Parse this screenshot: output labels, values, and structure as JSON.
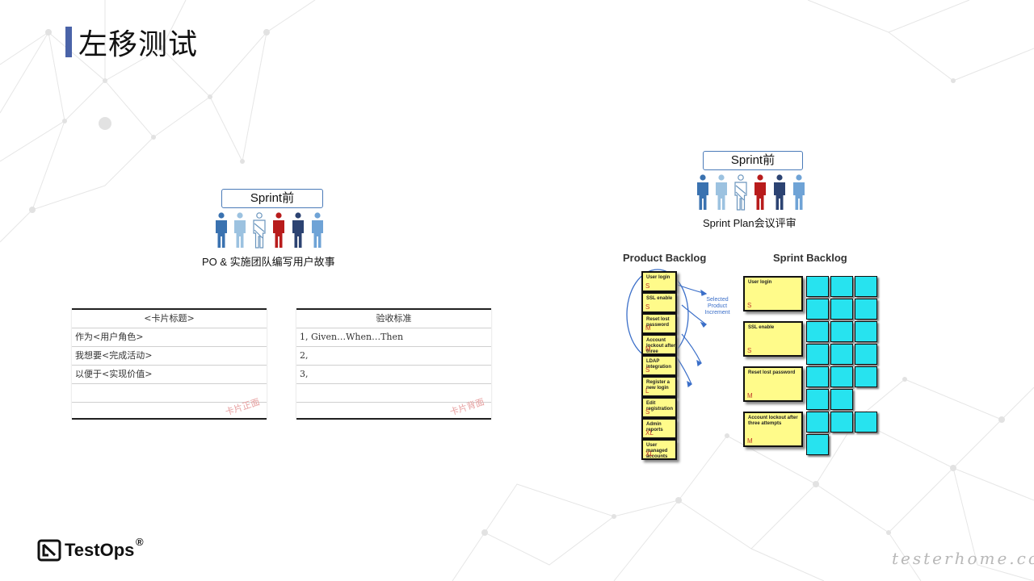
{
  "slide": {
    "title": "左移测试",
    "accent_color": "#4a63a8"
  },
  "left_group": {
    "sprint_label": "Sprint前",
    "caption": "PO & 实施团队编写用户故事"
  },
  "right_group": {
    "sprint_label": "Sprint前",
    "caption": "Sprint Plan会议评审"
  },
  "people_colors": [
    "#3a72b0",
    "#9cc2e0",
    "#7fa9cc",
    "#b81c1c",
    "#2c4372",
    "#6fa3d6"
  ],
  "card_front": {
    "rows": [
      "<卡片标题>",
      "作为<用户角色>",
      "我想要<完成活动>",
      " 以便于<实现价值>",
      "",
      ""
    ],
    "watermark": "卡片正面"
  },
  "card_back": {
    "rows": [
      "验收标准",
      "1, Given…When…Then",
      "2,",
      "3,",
      "",
      ""
    ],
    "watermark": "卡片背面"
  },
  "backlog": {
    "product_title": "Product Backlog",
    "sprint_title": "Sprint Backlog",
    "increment_label": "Selected Product Increment",
    "product_items": [
      {
        "text": "User login",
        "size": "S"
      },
      {
        "text": "SSL enable",
        "size": "S"
      },
      {
        "text": "Reset lost password",
        "size": "M"
      },
      {
        "text": "Account lockout after three attempts",
        "size": "M"
      },
      {
        "text": "LDAP integration",
        "size": "S"
      },
      {
        "text": "Register a new login",
        "size": "L"
      },
      {
        "text": "Edit registration",
        "size": "S"
      },
      {
        "text": "Admin reports",
        "size": "XL"
      },
      {
        "text": "User managed accounts",
        "size": "XL"
      }
    ],
    "sprint_items": [
      {
        "text": "User login",
        "size": "S"
      },
      {
        "text": "SSL enable",
        "size": "S"
      },
      {
        "text": "Reset lost password",
        "size": "M"
      },
      {
        "text": "Account lockout after three attempts",
        "size": "M"
      }
    ]
  },
  "footer": {
    "brand": "TestOps",
    "reg_mark": "®",
    "site": "testerhome.com"
  }
}
